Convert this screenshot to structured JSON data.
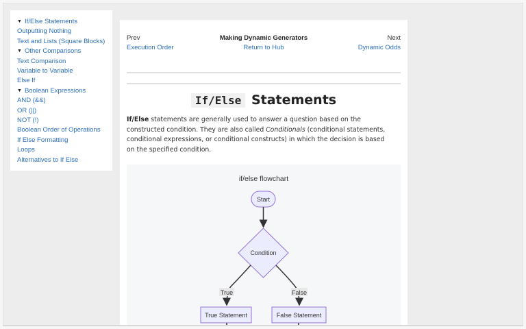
{
  "sidebar": {
    "items": [
      {
        "label": "If/Else Statements",
        "section": true
      },
      {
        "label": "Outputting Nothing",
        "section": false
      },
      {
        "label": "Text and Lists (Square Blocks)",
        "section": false
      },
      {
        "label": "Other Comparisons",
        "section": true
      },
      {
        "label": "Text Comparison",
        "section": false
      },
      {
        "label": "Variable to Variable",
        "section": false
      },
      {
        "label": "Else If",
        "section": false
      },
      {
        "label": "Boolean Expressions",
        "section": true
      },
      {
        "label": "AND (&&)",
        "section": false
      },
      {
        "label": "OR (||)",
        "section": false
      },
      {
        "label": "NOT (!)",
        "section": false
      },
      {
        "label": "Boolean Order of Operations",
        "section": false
      },
      {
        "label": "If Else Formatting",
        "section": false
      },
      {
        "label": "Loops",
        "section": false
      },
      {
        "label": "Alternatives to If Else",
        "section": false
      }
    ],
    "triangle_glyph": "▼"
  },
  "nav": {
    "prev_label": "Prev",
    "prev_link": "Execution Order",
    "center_title": "Making Dynamic Generators",
    "center_link": "Return to Hub",
    "next_label": "Next",
    "next_link": "Dynamic Odds"
  },
  "article": {
    "heading_code": "If/Else",
    "heading_rest": "Statements",
    "intro_bold": "If/Else",
    "intro_part1": " statements are generally used to answer a question based on the constructed condition. They are also called ",
    "intro_italic": "Conditionals",
    "intro_part2": " (conditional statements, conditional expressions, or conditional constructs) in which the decision is based on the specified condition."
  },
  "flowchart": {
    "title": "if/else flowchart",
    "start": "Start",
    "condition": "Condition",
    "true_edge": "True",
    "false_edge": "False",
    "true_node": "True Statement",
    "false_node": "False Statement"
  },
  "colors": {
    "link": "#2a6ebb",
    "node_fill": "#ececff",
    "node_stroke": "#9370db",
    "diagram_bg": "#f6f7f9",
    "page_bg": "#ededed"
  }
}
